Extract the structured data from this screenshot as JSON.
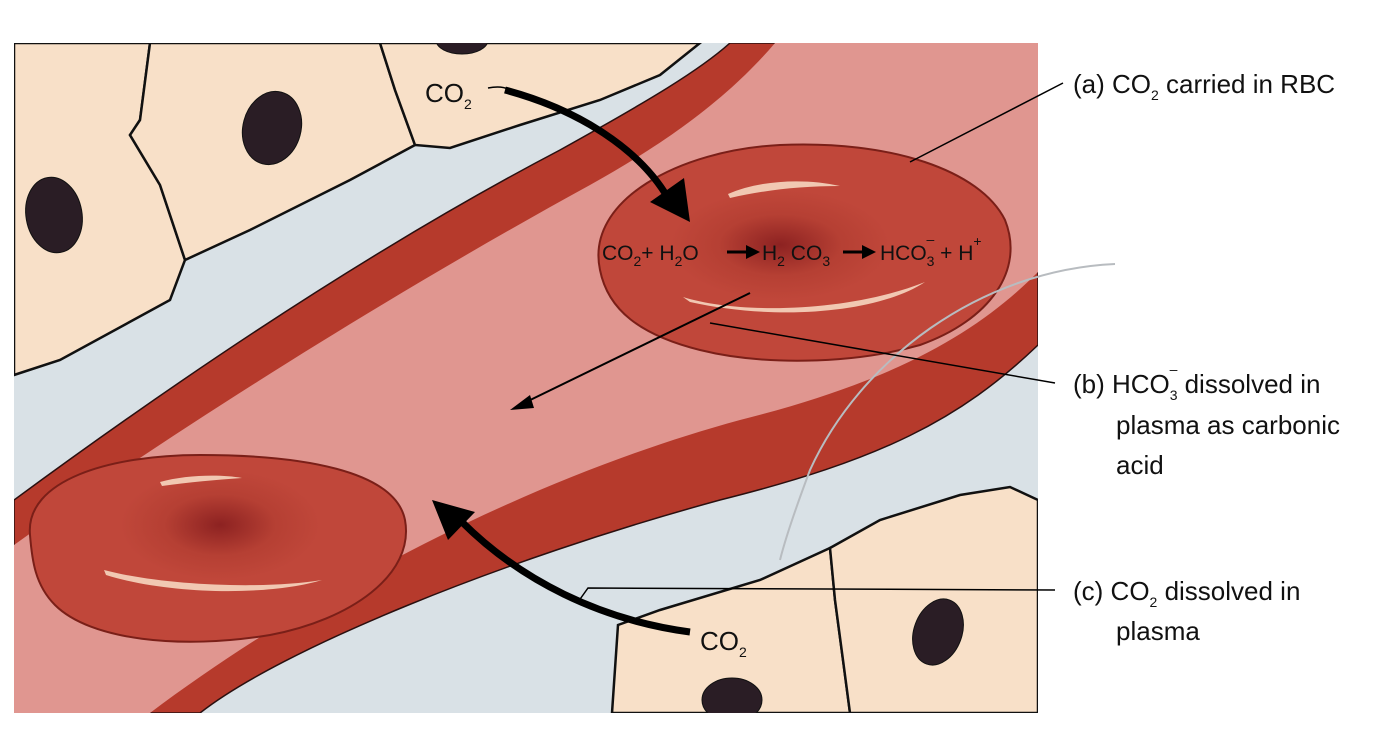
{
  "colors": {
    "tissue_gap": "#d9e1e6",
    "cell_fill": "#f8e0c8",
    "nucleus": "#2a1d25",
    "vessel_wall": "#b63a2c",
    "plasma": "#e09690",
    "rbc": "#c0473a",
    "rbc_center": "#8a2020",
    "rbc_highlight": "#f1c8b2"
  },
  "labels": {
    "co2_top": {
      "main": "CO",
      "sub": "2"
    },
    "co2_bottom": {
      "main": "CO",
      "sub": "2"
    },
    "a": {
      "prefix": "(a) CO",
      "sub": "2",
      "suffix": " carried in RBC"
    },
    "b": {
      "prefix": "(b) HCO",
      "sub": "3",
      "sup": "–",
      "suffix": " dissolved in",
      "line2": "plasma as carbonic",
      "line3": "acid"
    },
    "c": {
      "prefix": "(c) CO",
      "sub": "2",
      "suffix": " dissolved in",
      "line2": "plasma"
    }
  },
  "equation": {
    "co2": "CO",
    "co2_sub": "2",
    "plus1": "+ H",
    "h2o_sub": "2",
    "o": "O",
    "h": "H",
    "h_sub": "2",
    "c": " CO",
    "co3_sub": "3",
    "hco": "HCO",
    "hco_sub": "3",
    "hco_sup": "–",
    "plus2": " + H",
    "h_sup": "+"
  }
}
